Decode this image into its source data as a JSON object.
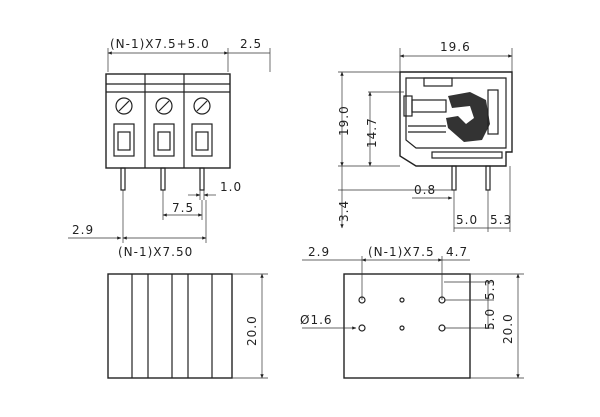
{
  "labels": {
    "top_width": "(N-1)X7.5+5.0",
    "top_edge": "2.5",
    "pin_dia": "1.0",
    "pitch": "7.5",
    "left_offset": "2.9",
    "total_pitch": "(N-1)X7.50",
    "side_width": "19.6",
    "side_height": "19.0",
    "side_inner_height": "14.7",
    "pin_length": "3.4",
    "pin_thickness": "0.8",
    "pin_gap_a": "5.0",
    "pin_gap_b": "5.3",
    "front_height": "20.0",
    "pcb_left": "2.9",
    "pcb_pitch": "(N-1)X7.5",
    "pcb_right": "4.7",
    "hole_dia": "Ø1.6",
    "pcb_row_a": "5.3",
    "pcb_row_b": "5.0",
    "pcb_height": "20.0"
  }
}
